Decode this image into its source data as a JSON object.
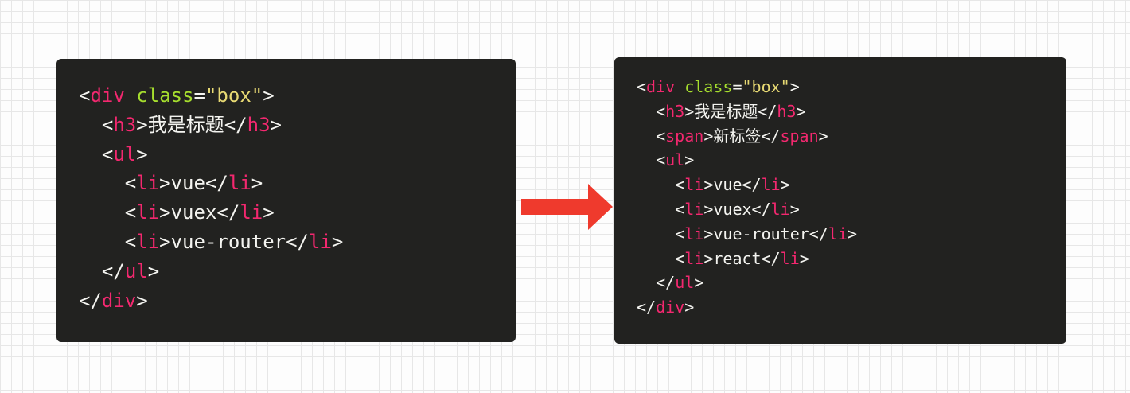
{
  "colors": {
    "panel_bg": "#222220",
    "tag": "#f3286f",
    "attr": "#a6de2e",
    "string": "#e7d973",
    "text": "#f4f4f0",
    "arrow": "#ef3a2d"
  },
  "arrow_icon": "right-arrow-icon",
  "before": [
    {
      "indent": 0,
      "tokens": [
        [
          "p",
          "<"
        ],
        [
          "tag",
          "div"
        ],
        [
          "p",
          " "
        ],
        [
          "attr",
          "class"
        ],
        [
          "p",
          "="
        ],
        [
          "str",
          "\"box\""
        ],
        [
          "p",
          ">"
        ]
      ]
    },
    {
      "indent": 1,
      "tokens": [
        [
          "p",
          "<"
        ],
        [
          "tag",
          "h3"
        ],
        [
          "p",
          ">"
        ],
        [
          "text",
          "我是标题"
        ],
        [
          "p",
          "</"
        ],
        [
          "tag",
          "h3"
        ],
        [
          "p",
          ">"
        ]
      ]
    },
    {
      "indent": 1,
      "tokens": [
        [
          "p",
          "<"
        ],
        [
          "tag",
          "ul"
        ],
        [
          "p",
          ">"
        ]
      ]
    },
    {
      "indent": 2,
      "tokens": [
        [
          "p",
          "<"
        ],
        [
          "tag",
          "li"
        ],
        [
          "p",
          ">"
        ],
        [
          "text",
          "vue"
        ],
        [
          "p",
          "</"
        ],
        [
          "tag",
          "li"
        ],
        [
          "p",
          ">"
        ]
      ]
    },
    {
      "indent": 2,
      "tokens": [
        [
          "p",
          "<"
        ],
        [
          "tag",
          "li"
        ],
        [
          "p",
          ">"
        ],
        [
          "text",
          "vuex"
        ],
        [
          "p",
          "</"
        ],
        [
          "tag",
          "li"
        ],
        [
          "p",
          ">"
        ]
      ]
    },
    {
      "indent": 2,
      "tokens": [
        [
          "p",
          "<"
        ],
        [
          "tag",
          "li"
        ],
        [
          "p",
          ">"
        ],
        [
          "text",
          "vue-router"
        ],
        [
          "p",
          "</"
        ],
        [
          "tag",
          "li"
        ],
        [
          "p",
          ">"
        ]
      ]
    },
    {
      "indent": 1,
      "tokens": [
        [
          "p",
          "</"
        ],
        [
          "tag",
          "ul"
        ],
        [
          "p",
          ">"
        ]
      ]
    },
    {
      "indent": 0,
      "tokens": [
        [
          "p",
          "</"
        ],
        [
          "tag",
          "div"
        ],
        [
          "p",
          ">"
        ]
      ]
    }
  ],
  "after": [
    {
      "indent": 0,
      "tokens": [
        [
          "p",
          "<"
        ],
        [
          "tag",
          "div"
        ],
        [
          "p",
          " "
        ],
        [
          "attr",
          "class"
        ],
        [
          "p",
          "="
        ],
        [
          "str",
          "\"box\""
        ],
        [
          "p",
          ">"
        ]
      ]
    },
    {
      "indent": 1,
      "tokens": [
        [
          "p",
          "<"
        ],
        [
          "tag",
          "h3"
        ],
        [
          "p",
          ">"
        ],
        [
          "text",
          "我是标题"
        ],
        [
          "p",
          "</"
        ],
        [
          "tag",
          "h3"
        ],
        [
          "p",
          ">"
        ]
      ]
    },
    {
      "indent": 1,
      "tokens": [
        [
          "p",
          "<"
        ],
        [
          "tag",
          "span"
        ],
        [
          "p",
          ">"
        ],
        [
          "text",
          "新标签"
        ],
        [
          "p",
          "</"
        ],
        [
          "tag",
          "span"
        ],
        [
          "p",
          ">"
        ]
      ]
    },
    {
      "indent": 1,
      "tokens": [
        [
          "p",
          "<"
        ],
        [
          "tag",
          "ul"
        ],
        [
          "p",
          ">"
        ]
      ]
    },
    {
      "indent": 2,
      "tokens": [
        [
          "p",
          "<"
        ],
        [
          "tag",
          "li"
        ],
        [
          "p",
          ">"
        ],
        [
          "text",
          "vue"
        ],
        [
          "p",
          "</"
        ],
        [
          "tag",
          "li"
        ],
        [
          "p",
          ">"
        ]
      ]
    },
    {
      "indent": 2,
      "tokens": [
        [
          "p",
          "<"
        ],
        [
          "tag",
          "li"
        ],
        [
          "p",
          ">"
        ],
        [
          "text",
          "vuex"
        ],
        [
          "p",
          "</"
        ],
        [
          "tag",
          "li"
        ],
        [
          "p",
          ">"
        ]
      ]
    },
    {
      "indent": 2,
      "tokens": [
        [
          "p",
          "<"
        ],
        [
          "tag",
          "li"
        ],
        [
          "p",
          ">"
        ],
        [
          "text",
          "vue-router"
        ],
        [
          "p",
          "</"
        ],
        [
          "tag",
          "li"
        ],
        [
          "p",
          ">"
        ]
      ]
    },
    {
      "indent": 2,
      "tokens": [
        [
          "p",
          "<"
        ],
        [
          "tag",
          "li"
        ],
        [
          "p",
          ">"
        ],
        [
          "text",
          "react"
        ],
        [
          "p",
          "</"
        ],
        [
          "tag",
          "li"
        ],
        [
          "p",
          ">"
        ]
      ]
    },
    {
      "indent": 1,
      "tokens": [
        [
          "p",
          "</"
        ],
        [
          "tag",
          "ul"
        ],
        [
          "p",
          ">"
        ]
      ]
    },
    {
      "indent": 0,
      "tokens": [
        [
          "p",
          "</"
        ],
        [
          "tag",
          "div"
        ],
        [
          "p",
          ">"
        ]
      ]
    }
  ]
}
